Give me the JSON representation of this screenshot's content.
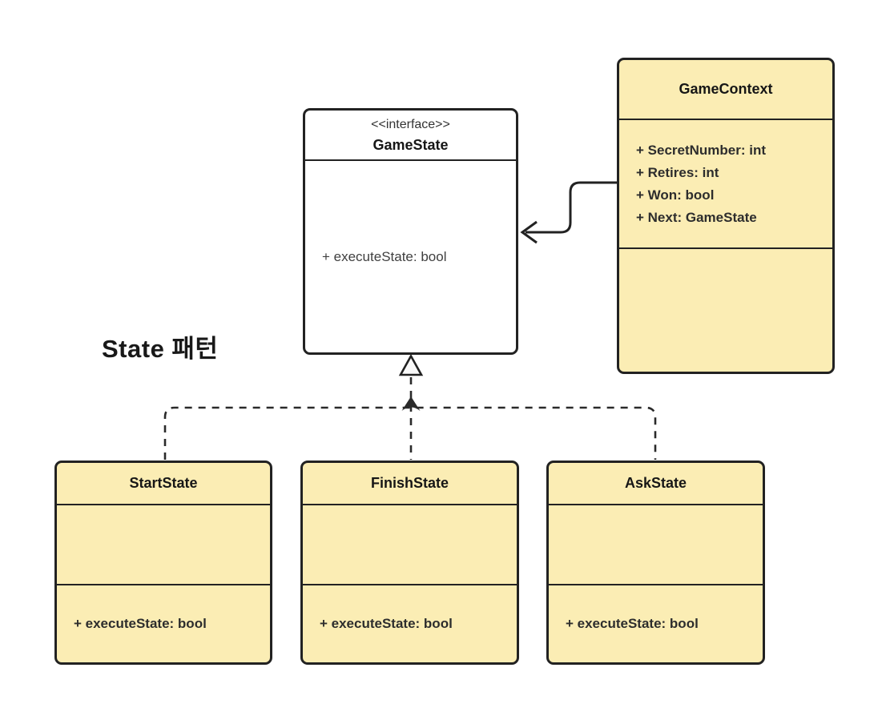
{
  "diagram": {
    "title": "State 패턴",
    "nodes": {
      "game_state": {
        "stereotype": "<<interface>>",
        "name": "GameState",
        "methods": [
          "+ executeState: bool"
        ]
      },
      "game_context": {
        "name": "GameContext",
        "attributes": [
          "+ SecretNumber: int",
          "+ Retires: int",
          "+ Won: bool",
          "+ Next: GameState"
        ],
        "methods": []
      },
      "states": [
        {
          "name": "StartState",
          "attributes": [],
          "methods": [
            "+ executeState: bool"
          ]
        },
        {
          "name": "FinishState",
          "attributes": [],
          "methods": [
            "+ executeState: bool"
          ]
        },
        {
          "name": "AskState",
          "attributes": [],
          "methods": [
            "+ executeState: bool"
          ]
        }
      ]
    },
    "relationships": [
      {
        "from": "GameContext",
        "to": "GameState",
        "line": "solid",
        "arrowhead": "open"
      },
      {
        "from": "StartState",
        "to": "GameState",
        "line": "dashed",
        "arrowhead": "hollow-triangle"
      },
      {
        "from": "FinishState",
        "to": "GameState",
        "line": "dashed",
        "arrowhead": "hollow-triangle"
      },
      {
        "from": "AskState",
        "to": "GameState",
        "line": "dashed",
        "arrowhead": "hollow-triangle"
      }
    ],
    "colors": {
      "class_fill": "#FBEDB4",
      "interface_fill": "#FFFFFF",
      "line": "#222222",
      "background": "#FFFFFF"
    }
  }
}
